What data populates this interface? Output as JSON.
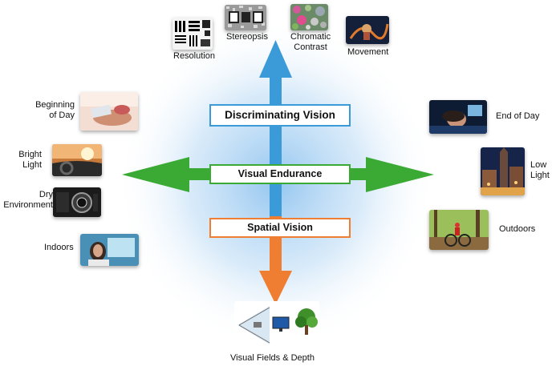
{
  "center_labels": {
    "discriminating": "Discriminating Vision",
    "endurance": "Visual Endurance",
    "spatial": "Spatial Vision"
  },
  "top_items": [
    "Resolution",
    "Stereopsis",
    "Chromatic\nContrast",
    "Movement"
  ],
  "left_items": [
    "Beginning\nof Day",
    "Bright\nLight",
    "Dry\nEnvironment",
    "Indoors"
  ],
  "right_items": [
    "End of Day",
    "Low\nLight",
    "Outdoors"
  ],
  "bottom_item": "Visual Fields & Depth",
  "icons": {
    "resolution": "resolution-chart-icon",
    "stereopsis": "stereopsis-pattern-icon",
    "chromatic": "color-contrast-icon",
    "movement": "motion-scene-icon",
    "beginning": "morning-scene-icon",
    "bright": "car-sun-glare-icon",
    "dry": "car-vent-knob-icon",
    "indoors": "office-screen-icon",
    "end": "tired-person-icon",
    "low": "night-city-icon",
    "outdoors": "cyclist-forest-icon",
    "fields": "visual-field-tree-icon"
  },
  "colors": {
    "blue": "#3b9bd8",
    "green": "#3aaa35",
    "orange": "#ef7d32",
    "glow": "#9ecbf0"
  }
}
